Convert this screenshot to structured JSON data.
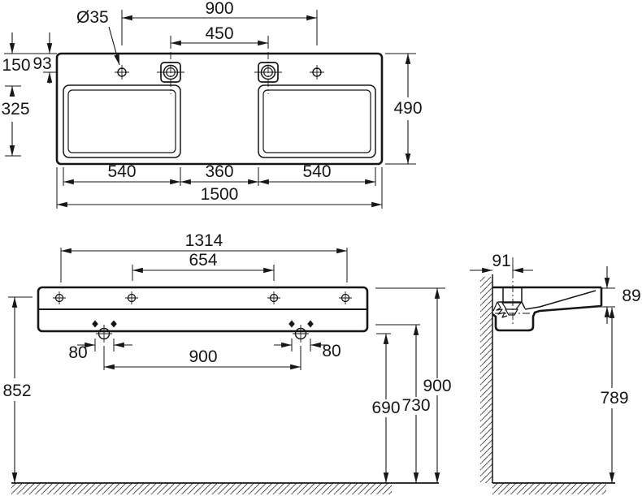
{
  "drawing": {
    "type": "washbasin-technical-drawing",
    "line_color": "#161616",
    "background": "#ffffff"
  },
  "plan": {
    "hole_diameter": "Ø35",
    "faucet_hole_span": "900",
    "square_hole_span": "450",
    "edge_to_hole_axis": "93",
    "edge_to_basin": "150",
    "basin_front_back": "325",
    "left_basin_width": "540",
    "center_gap": "360",
    "right_basin_width": "540",
    "overall_width": "1500",
    "overall_depth": "490"
  },
  "front": {
    "outer_mount_span": "1314",
    "inner_mount_span": "654",
    "left_fix_offset": "80",
    "drain_span": "900",
    "right_fix_offset": "80",
    "mount_hole_height": "852",
    "underside_height": "690",
    "mid_clearance_height": "730",
    "rim_height": "900"
  },
  "side": {
    "wall_to_faucet_axis": "91",
    "front_rim_thickness": "89",
    "front_underside_height": "789"
  }
}
